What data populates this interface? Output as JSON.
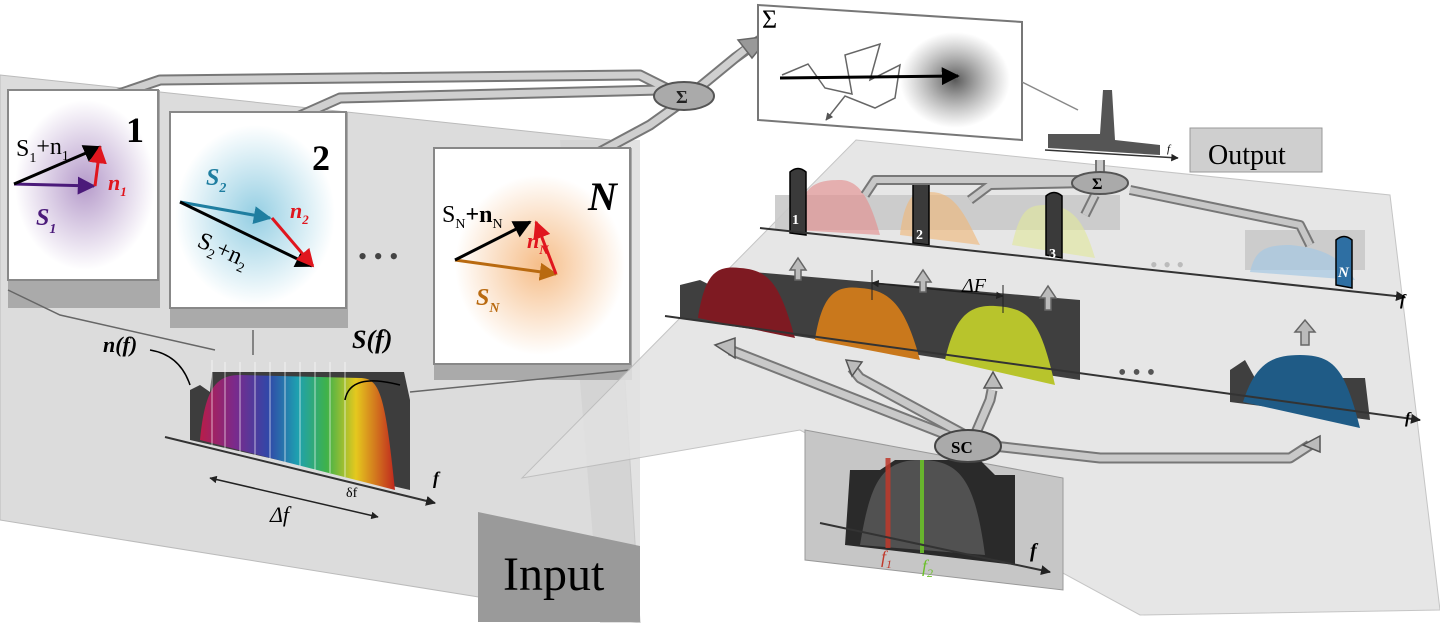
{
  "colors": {
    "panel_gray": "#d9d9d9",
    "input_box": "#999999",
    "output_box": "#cfcfcf",
    "signal_red": "#e0161e",
    "signal_purple": "#4b1a7a",
    "signal_teal": "#1f7ea0",
    "signal_orange": "#b96a10",
    "band_red": "#8c1a22",
    "band_orange": "#e58a1e",
    "band_yellow": "#c8d63a",
    "band_blue": "#2778b5",
    "f1_red": "#c0392b",
    "f2_green": "#6bbf2a"
  },
  "input": {
    "label": "Input",
    "panels": [
      {
        "index": "1",
        "signal": "S",
        "sub": "1",
        "noise": "n",
        "noise_sub": "1",
        "sum_label": "S",
        "sum_sub": "1",
        "plus": "+n",
        "plus_sub": "1"
      },
      {
        "index": "2",
        "signal": "S",
        "sub": "2",
        "noise": "n",
        "noise_sub": "2",
        "sum_label": "S",
        "sum_sub": "2",
        "plus": "+n",
        "plus_sub": "2"
      },
      {
        "index": "N",
        "signal": "S",
        "sub": "N",
        "noise": "n",
        "noise_sub": "N",
        "sum_label": "S",
        "sum_sub": "N",
        "plus": "+n",
        "plus_sub": "N"
      }
    ],
    "ellipsis": "• • •",
    "spectrum": {
      "noise_label": "n(f)",
      "signal_label": "S(f)",
      "bandwidth_label": "Δf",
      "resolution_label": "δf",
      "axis_label": "f"
    }
  },
  "summation": {
    "symbol": "Σ",
    "node_label": "Σ"
  },
  "output": {
    "label": "Output",
    "axis_label": "f"
  },
  "channels": {
    "top_row_numbers": [
      "1",
      "2",
      "3",
      "N"
    ],
    "spacing_label": "ΔF",
    "axis_label": "f",
    "ellipsis": "• • •",
    "sum_node": "Σ"
  },
  "source": {
    "node_label": "SC",
    "f1": "f",
    "f1_sub": "1",
    "f2": "f",
    "f2_sub": "2",
    "axis_label": "f"
  }
}
